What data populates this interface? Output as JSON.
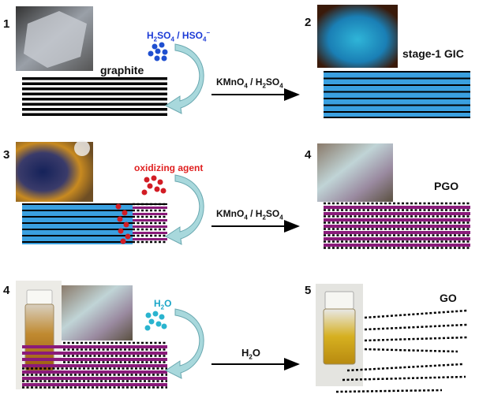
{
  "panels": {
    "p1": {
      "number": "1",
      "label": "graphite",
      "reagent": {
        "text": "H2SO4 / HSO4−",
        "color": "#1c3bd6"
      }
    },
    "p2": {
      "number": "2",
      "label": "stage-1 GIC"
    },
    "p3": {
      "number": "3",
      "reagent": {
        "text": "oxidizing agent",
        "color": "#e02020"
      }
    },
    "p4": {
      "number": "4",
      "label": "PGO"
    },
    "p5": {
      "number": "4",
      "reagent": {
        "text": "H2O",
        "color": "#1aa6c8"
      }
    },
    "p6": {
      "number": "5",
      "label": "GO"
    }
  },
  "arrows": {
    "a1": "KMnO4 / H2SO4",
    "a2": "KMnO4 / H2SO4",
    "a3": "H2O"
  },
  "colors": {
    "graphene_layer": "#000000",
    "intercalant_layer": "#3aa0e0",
    "oxidized_layer": "#8a1a7a",
    "curved_arrow": "#a8d8dc",
    "blue_dots": "#1f4fd0",
    "red_dots": "#d21c24",
    "cyan_dots": "#2ab4cf"
  }
}
